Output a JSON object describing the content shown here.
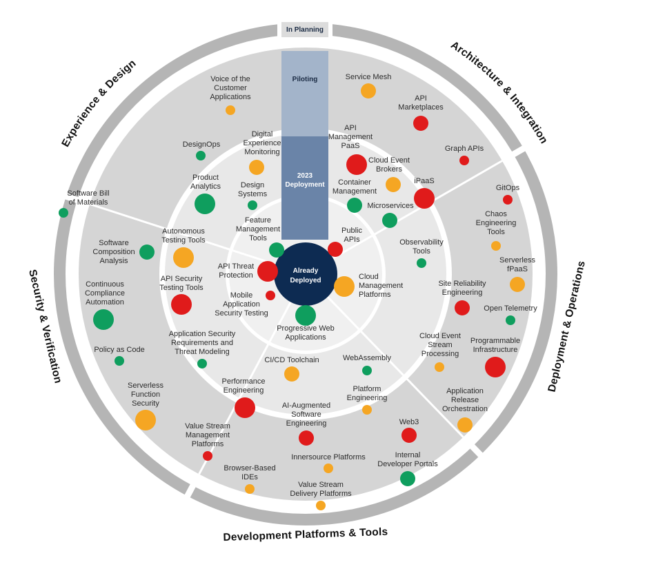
{
  "stages": {
    "in_planning": "In Planning",
    "piloting": "Piloting",
    "deployment": [
      "2023",
      "Deployment"
    ],
    "deployed": [
      "Already",
      "Deployed"
    ]
  },
  "segments": [
    "Experience & Design",
    "Architecture & Integration",
    "Deployment & Operations",
    "Development Platforms & Tools",
    "Security & Verification"
  ],
  "colors": {
    "red": "#e01b1b",
    "orange": "#f5a623",
    "green": "#0f9e5e",
    "outer_ring": "#b5b5b5",
    "band": "#d5d5d5",
    "inner_band": "#e8e8e8",
    "core": "#0d2b52",
    "piloting": "#a3b4ca",
    "deployment": "#6a84a8"
  },
  "technologies": [
    {
      "name": [
        "Voice of the",
        "Customer",
        "Applications"
      ],
      "color": "orange",
      "size": "small"
    },
    {
      "name": [
        "DesignOps"
      ],
      "color": "green",
      "size": "small"
    },
    {
      "name": [
        "Digital",
        "Experience",
        "Monitoring"
      ],
      "color": "orange",
      "size": "medium"
    },
    {
      "name": [
        "Product",
        "Analytics"
      ],
      "color": "green",
      "size": "large"
    },
    {
      "name": [
        "Design",
        "Systems"
      ],
      "color": "green",
      "size": "small"
    },
    {
      "name": [
        "Feature",
        "Management",
        "Tools"
      ],
      "color": "green",
      "size": "medium"
    },
    {
      "name": [
        "Service Mesh"
      ],
      "color": "orange",
      "size": "medium"
    },
    {
      "name": [
        "API",
        "Marketplaces"
      ],
      "color": "red",
      "size": "medium"
    },
    {
      "name": [
        "Graph APIs"
      ],
      "color": "red",
      "size": "small"
    },
    {
      "name": [
        "API",
        "Management",
        "PaaS"
      ],
      "color": "red",
      "size": "large"
    },
    {
      "name": [
        "Cloud Event",
        "Brokers"
      ],
      "color": "orange",
      "size": "medium"
    },
    {
      "name": [
        "iPaaS"
      ],
      "color": "red",
      "size": "large"
    },
    {
      "name": [
        "Container",
        "Management"
      ],
      "color": "green",
      "size": "medium"
    },
    {
      "name": [
        "Microservices"
      ],
      "color": "green",
      "size": "medium"
    },
    {
      "name": [
        "Public",
        "APIs"
      ],
      "color": "red",
      "size": "medium"
    },
    {
      "name": [
        "GitOps"
      ],
      "color": "red",
      "size": "small"
    },
    {
      "name": [
        "Chaos",
        "Engineering",
        "Tools"
      ],
      "color": "orange",
      "size": "small"
    },
    {
      "name": [
        "Serverless",
        "fPaaS"
      ],
      "color": "orange",
      "size": "medium"
    },
    {
      "name": [
        "Observability",
        "Tools"
      ],
      "color": "green",
      "size": "small"
    },
    {
      "name": [
        "Site Reliability",
        "Engineering"
      ],
      "color": "red",
      "size": "medium"
    },
    {
      "name": [
        "Open Telemetry"
      ],
      "color": "green",
      "size": "small"
    },
    {
      "name": [
        "Cloud",
        "Management",
        "Platforms"
      ],
      "color": "orange",
      "size": "large"
    },
    {
      "name": [
        "Cloud Event",
        "Stream",
        "Processing"
      ],
      "color": "orange",
      "size": "small"
    },
    {
      "name": [
        "Programmable",
        "Infrastructure"
      ],
      "color": "red",
      "size": "large"
    },
    {
      "name": [
        "Application",
        "Release",
        "Orchestration"
      ],
      "color": "orange",
      "size": "medium"
    },
    {
      "name": [
        "Progressive Web",
        "Applications"
      ],
      "color": "green",
      "size": "large"
    },
    {
      "name": [
        "CI/CD Toolchain"
      ],
      "color": "orange",
      "size": "medium"
    },
    {
      "name": [
        "WebAssembly"
      ],
      "color": "green",
      "size": "small"
    },
    {
      "name": [
        "Performance",
        "Engineering"
      ],
      "color": "red",
      "size": "large"
    },
    {
      "name": [
        "Platform",
        "Engineering"
      ],
      "color": "orange",
      "size": "small"
    },
    {
      "name": [
        "AI-Augmented",
        "Software",
        "Engineering"
      ],
      "color": "red",
      "size": "medium"
    },
    {
      "name": [
        "Web3"
      ],
      "color": "red",
      "size": "medium"
    },
    {
      "name": [
        "Value Stream",
        "Management",
        "Platforms"
      ],
      "color": "red",
      "size": "small"
    },
    {
      "name": [
        "Innersource Platforms"
      ],
      "color": "orange",
      "size": "small"
    },
    {
      "name": [
        "Internal",
        "Developer Portals"
      ],
      "color": "green",
      "size": "medium"
    },
    {
      "name": [
        "Browser-Based",
        "IDEs"
      ],
      "color": "orange",
      "size": "small"
    },
    {
      "name": [
        "Value Stream",
        "Delivery Platforms"
      ],
      "color": "orange",
      "size": "small"
    },
    {
      "name": [
        "Software Bill",
        "of Materials"
      ],
      "color": "green",
      "size": "small"
    },
    {
      "name": [
        "Software",
        "Composition",
        "Analysis"
      ],
      "color": "green",
      "size": "medium"
    },
    {
      "name": [
        "Autonomous",
        "Testing Tools"
      ],
      "color": "orange",
      "size": "large"
    },
    {
      "name": [
        "API Threat",
        "Protection"
      ],
      "color": "red",
      "size": "large"
    },
    {
      "name": [
        "API Security",
        "Testing Tools"
      ],
      "color": "red",
      "size": "large"
    },
    {
      "name": [
        "Mobile",
        "Application",
        "Security Testing"
      ],
      "color": "red",
      "size": "small"
    },
    {
      "name": [
        "Continuous",
        "Compliance",
        "Automation"
      ],
      "color": "green",
      "size": "large"
    },
    {
      "name": [
        "Application Security",
        "Requirements and",
        "Threat Modeling"
      ],
      "color": "green",
      "size": "small"
    },
    {
      "name": [
        "Policy as Code"
      ],
      "color": "green",
      "size": "small"
    },
    {
      "name": [
        "Serverless",
        "Function",
        "Security"
      ],
      "color": "orange",
      "size": "large"
    }
  ]
}
